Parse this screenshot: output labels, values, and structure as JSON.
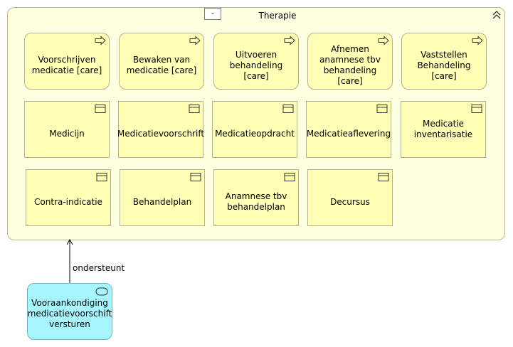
{
  "group": {
    "title": "Therapie",
    "collapse_label": "-"
  },
  "processes": [
    {
      "label": "Voorschrijven medicatie [care]"
    },
    {
      "label": "Bewaken van medicatie [care]"
    },
    {
      "label": "Uitvoeren behandeling [care]"
    },
    {
      "label": "Afnemen anamnese tbv behandeling [care]"
    },
    {
      "label": "Vaststellen Behandeling [care]"
    }
  ],
  "objects_row1": [
    {
      "label": "Medicijn"
    },
    {
      "label": "Medicatievoorschrift"
    },
    {
      "label": "Medicatieopdracht"
    },
    {
      "label": "Medicatieaflevering"
    },
    {
      "label": "Medicatie inventarisatie"
    }
  ],
  "objects_row2": [
    {
      "label": "Contra-indicatie"
    },
    {
      "label": "Behandelplan"
    },
    {
      "label": "Anamnese tbv behandelplan"
    },
    {
      "label": "Decursus"
    }
  ],
  "service": {
    "label": "Vooraankondiging medicatievoorschift versturen"
  },
  "relation": {
    "label": "ondersteunt"
  },
  "colors": {
    "group_fill": "#ffffe1",
    "node_fill": "#ffffb5",
    "service_fill": "#a6f5ff"
  }
}
